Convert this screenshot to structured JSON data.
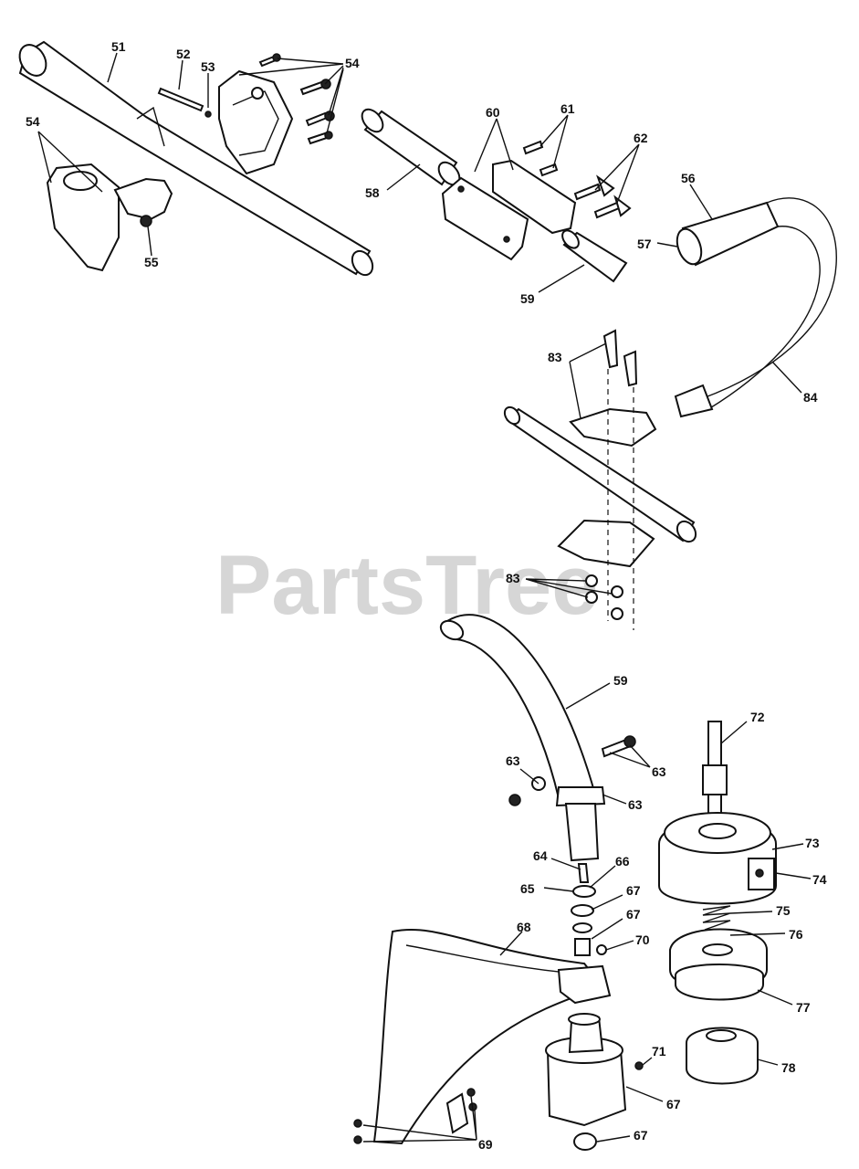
{
  "watermark": "PartsTree",
  "callouts": {
    "c51": "51",
    "c52": "52",
    "c53": "53",
    "c54a": "54",
    "c54b": "54",
    "c55": "55",
    "c56": "56",
    "c57": "57",
    "c58": "58",
    "c59a": "59",
    "c59b": "59",
    "c60": "60",
    "c61": "61",
    "c62": "62",
    "c63a": "63",
    "c63b": "63",
    "c63c": "63",
    "c64": "64",
    "c65": "65",
    "c66": "66",
    "c67a": "67",
    "c67b": "67",
    "c67c": "67",
    "c67d": "67",
    "c68": "68",
    "c69": "69",
    "c70": "70",
    "c71": "71",
    "c72": "72",
    "c73": "73",
    "c74": "74",
    "c75": "75",
    "c76": "76",
    "c77": "77",
    "c78": "78",
    "c83a": "83",
    "c83b": "83",
    "c84": "84"
  }
}
